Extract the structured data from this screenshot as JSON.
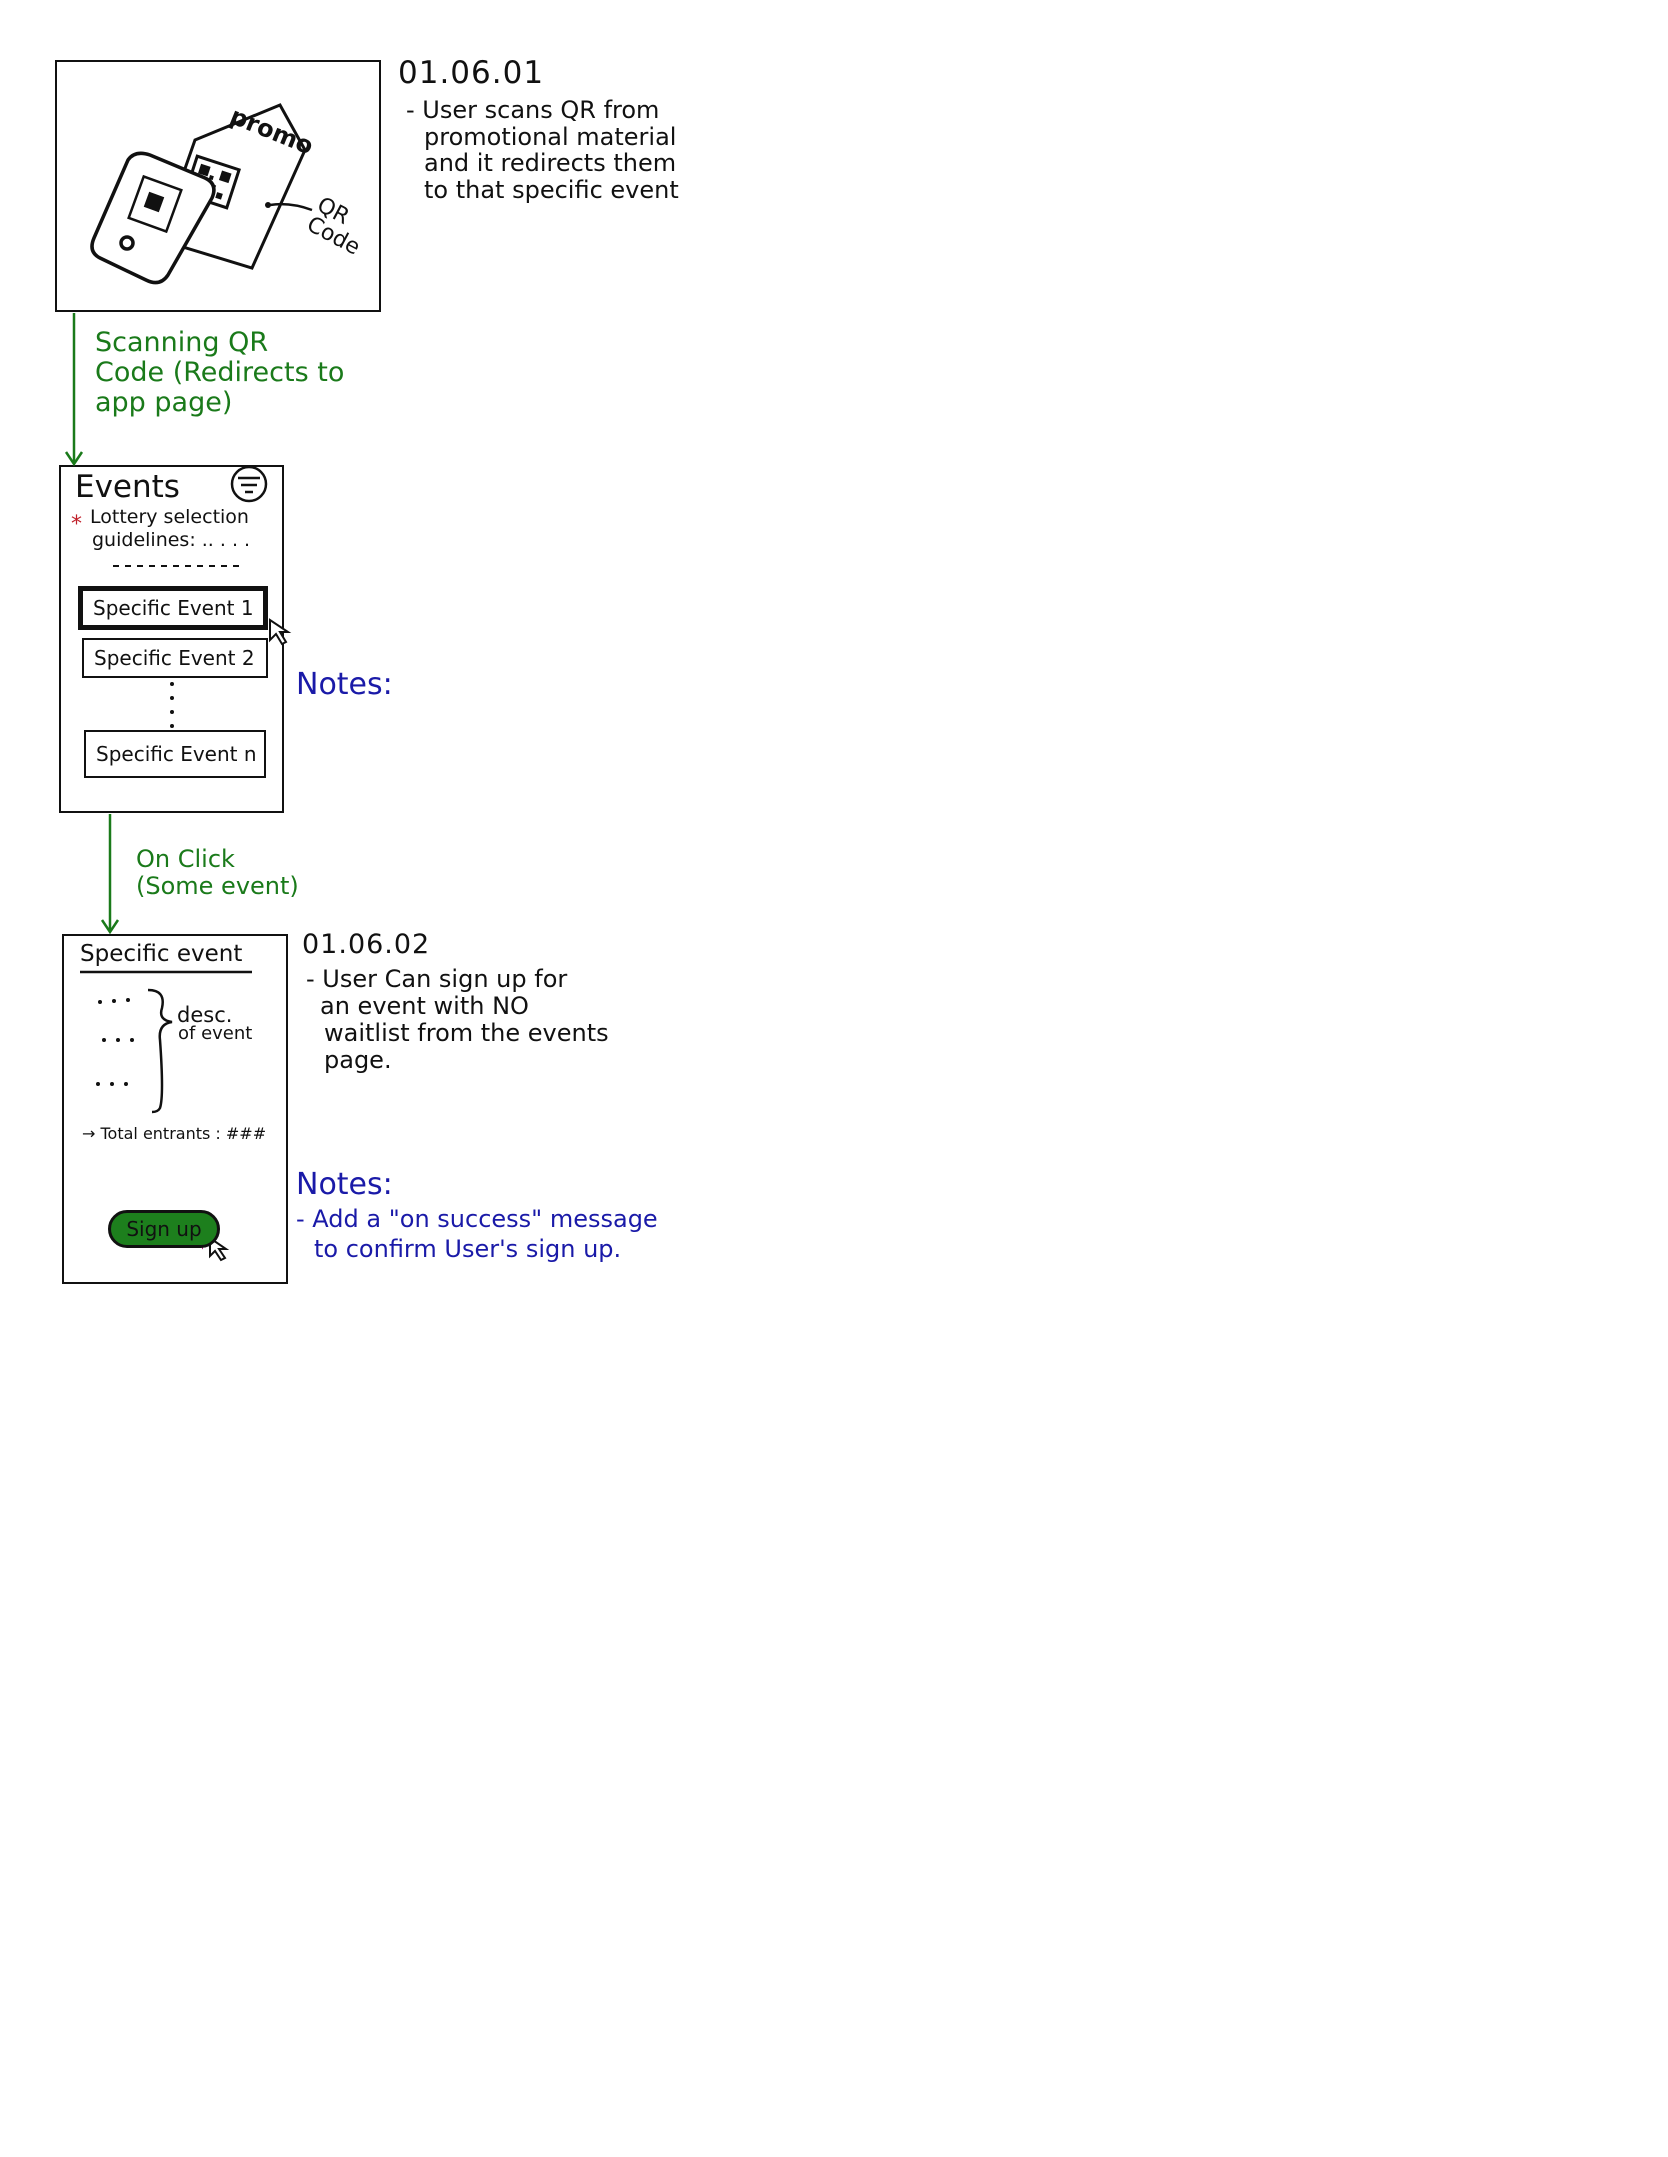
{
  "storyboard": {
    "step1": {
      "promo_text": "promo",
      "qr_label_line1": "QR",
      "qr_label_line2": "Code",
      "note_id": "01.06.01",
      "note_lines": [
        "- User scans QR from",
        "promotional material",
        "and it redirects them",
        "to that specific event"
      ]
    },
    "transition1": {
      "lines": [
        "Scanning QR",
        "Code (Redirects to",
        "app page)"
      ]
    },
    "events_screen": {
      "title": "Events",
      "guidelines_line1": "Lottery selection",
      "guidelines_line2": "guidelines: .. . . .",
      "items": [
        "Specific Event 1",
        "Specific Event 2",
        "Specific Event n"
      ],
      "notes_label": "Notes:"
    },
    "transition2": {
      "lines": [
        "On Click",
        "(Some event)"
      ]
    },
    "detail_screen": {
      "title": "Specific event",
      "desc_line1": "desc.",
      "desc_line2": "of event",
      "total_entrants": "→ Total entrants : ###",
      "signup_label": "Sign up",
      "note_id": "01.06.02",
      "note_lines": [
        "- User Can sign up for",
        "an event with NO",
        "waitlist from the events",
        "page."
      ],
      "notes_label": "Notes:",
      "notes_lines": [
        "- Add a \"on success\" message",
        "to confirm User's sign up."
      ]
    },
    "colors": {
      "ink": "#111111",
      "transition": "#1a7a1a",
      "notes": "#1a1aa8",
      "button": "#1d7f1d",
      "cursor_mark": "#c0208a"
    }
  }
}
